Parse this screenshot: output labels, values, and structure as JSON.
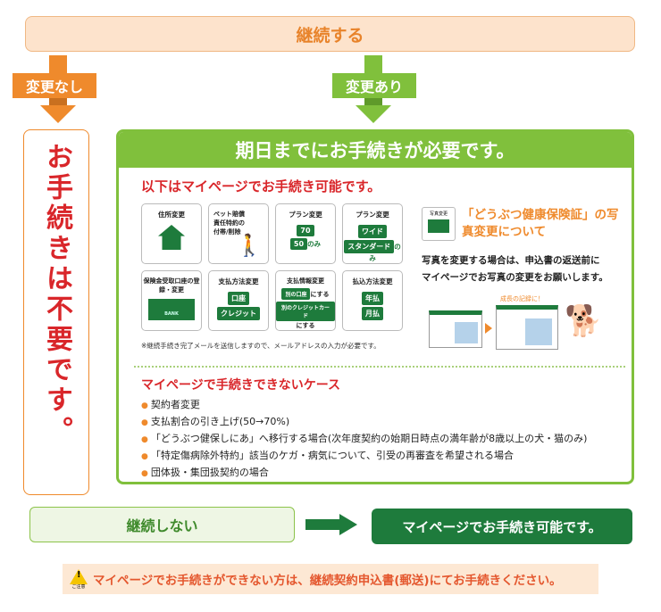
{
  "top": {
    "label": "継続する"
  },
  "no_change": {
    "label": "変更なし",
    "result": "お手続きは不要です。"
  },
  "change": {
    "label": "変更あり",
    "panel_title": "期日までにお手続きが必要です。",
    "mypage_heading": "以下はマイページでお手続き可能です。",
    "tiles": [
      {
        "title": "住所変更"
      },
      {
        "title": "ペット賠償責任特約の付帯/削除"
      },
      {
        "title": "プラン変更",
        "from": "70",
        "to": "50",
        "suffix": "のみ"
      },
      {
        "title": "プラン変更",
        "from": "ワイド",
        "to": "スタンダード",
        "suffix": "のみ"
      },
      {
        "title": "保険金受取口座の登録・変更",
        "card": "BANK"
      },
      {
        "title": "支払方法変更",
        "a": "口座",
        "b": "クレジット"
      },
      {
        "title": "支払情報変更",
        "a": "別の口座",
        "a_suffix": "にする",
        "b": "別のクレジットカード",
        "b_suffix": "にする"
      },
      {
        "title": "払込方法変更",
        "a": "年払",
        "b": "月払"
      }
    ],
    "note": "※継続手続き完了メールを送信しますので、メールアドレスの入力が必要です。",
    "photo": {
      "icon_label": "写真変更",
      "title": "「どうぶつ健康保険証」の写真変更について",
      "body1": "写真を変更する場合は、申込書の返送前に",
      "body2": "マイページでお写真の変更をお願いします。",
      "caption": "成長の記録に！"
    },
    "cannot_heading": "マイページで手続きできないケース",
    "cannot_items": [
      "契約者変更",
      "支払割合の引き上げ(50→70%)",
      "「どうぶつ健保しにあ」へ移行する場合(次年度契約の始期日時点の満年齢が8歳以上の犬・猫のみ)",
      "「特定傷病除外特約」該当のケガ・病気について、引受の再審査を希望される場合",
      "団体扱・集団扱契約の場合"
    ]
  },
  "bottom": {
    "not_continue": "継続しない",
    "result": "マイページでお手続き可能です。"
  },
  "notice": {
    "icon_label": "ご注意",
    "text": "マイページでお手続きができない方は、継続契約申込書(郵送)にてお手続きください。"
  }
}
